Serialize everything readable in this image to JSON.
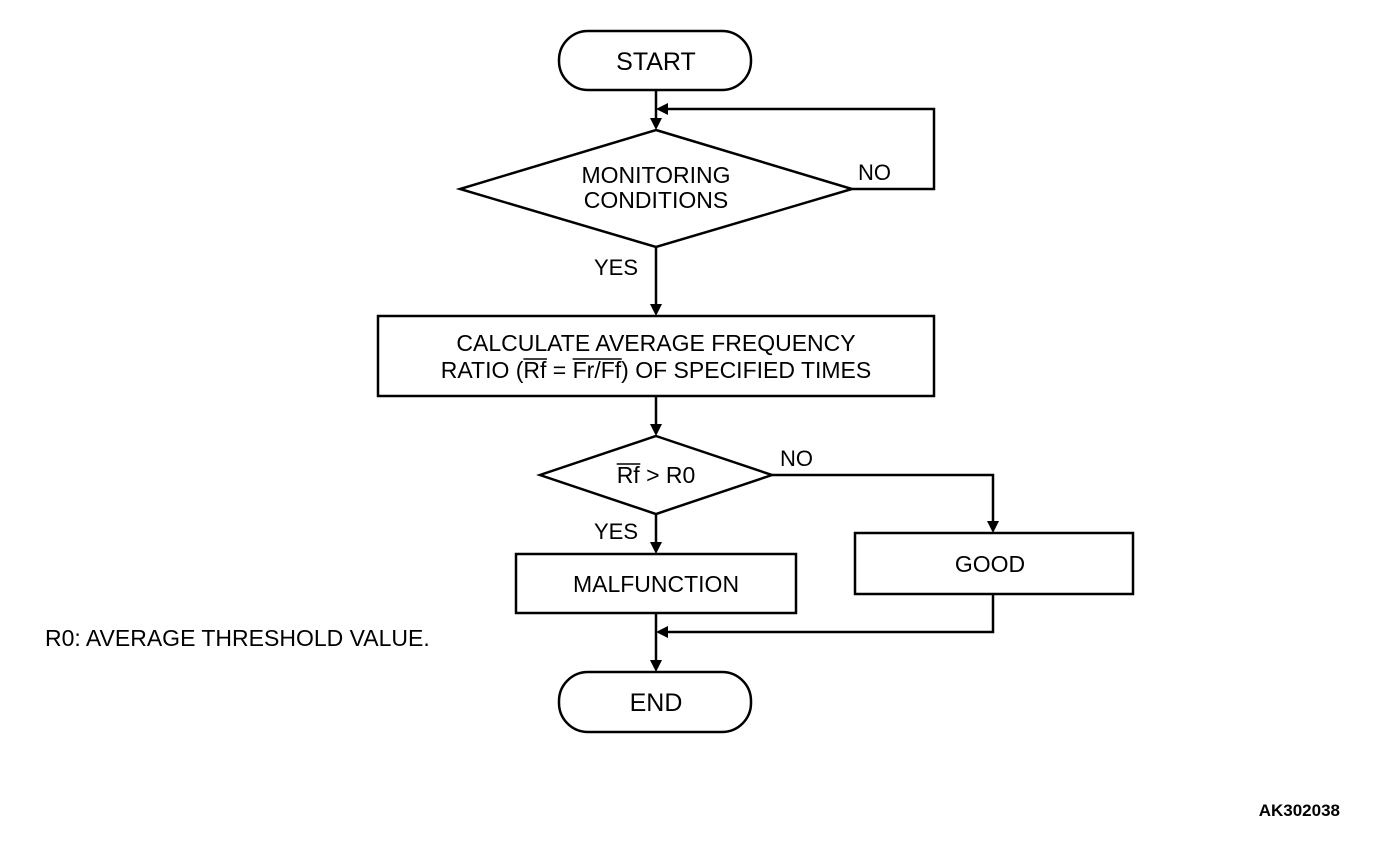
{
  "nodes": {
    "start": "START",
    "monitoring_line1": "MONITORING",
    "monitoring_line2": "CONDITIONS",
    "calculate_line1": "CALCULATE AVERAGE FREQUENCY",
    "calculate_line2_prefix": "RATIO (",
    "calculate_line2_rf": "Rf",
    "calculate_line2_eq": " = ",
    "calculate_line2_ratio": "Fr/Ff",
    "calculate_line2_suffix": ") OF SPECIFIED TIMES",
    "decision_rf": "Rf",
    "decision_rest": " > R0",
    "malfunction": "MALFUNCTION",
    "good": "GOOD",
    "end": "END"
  },
  "edge_labels": {
    "monitoring_no": "NO",
    "monitoring_yes": "YES",
    "decision_no": "NO",
    "decision_yes": "YES"
  },
  "note": "R0: AVERAGE THRESHOLD VALUE.",
  "figure_code": "AK302038"
}
